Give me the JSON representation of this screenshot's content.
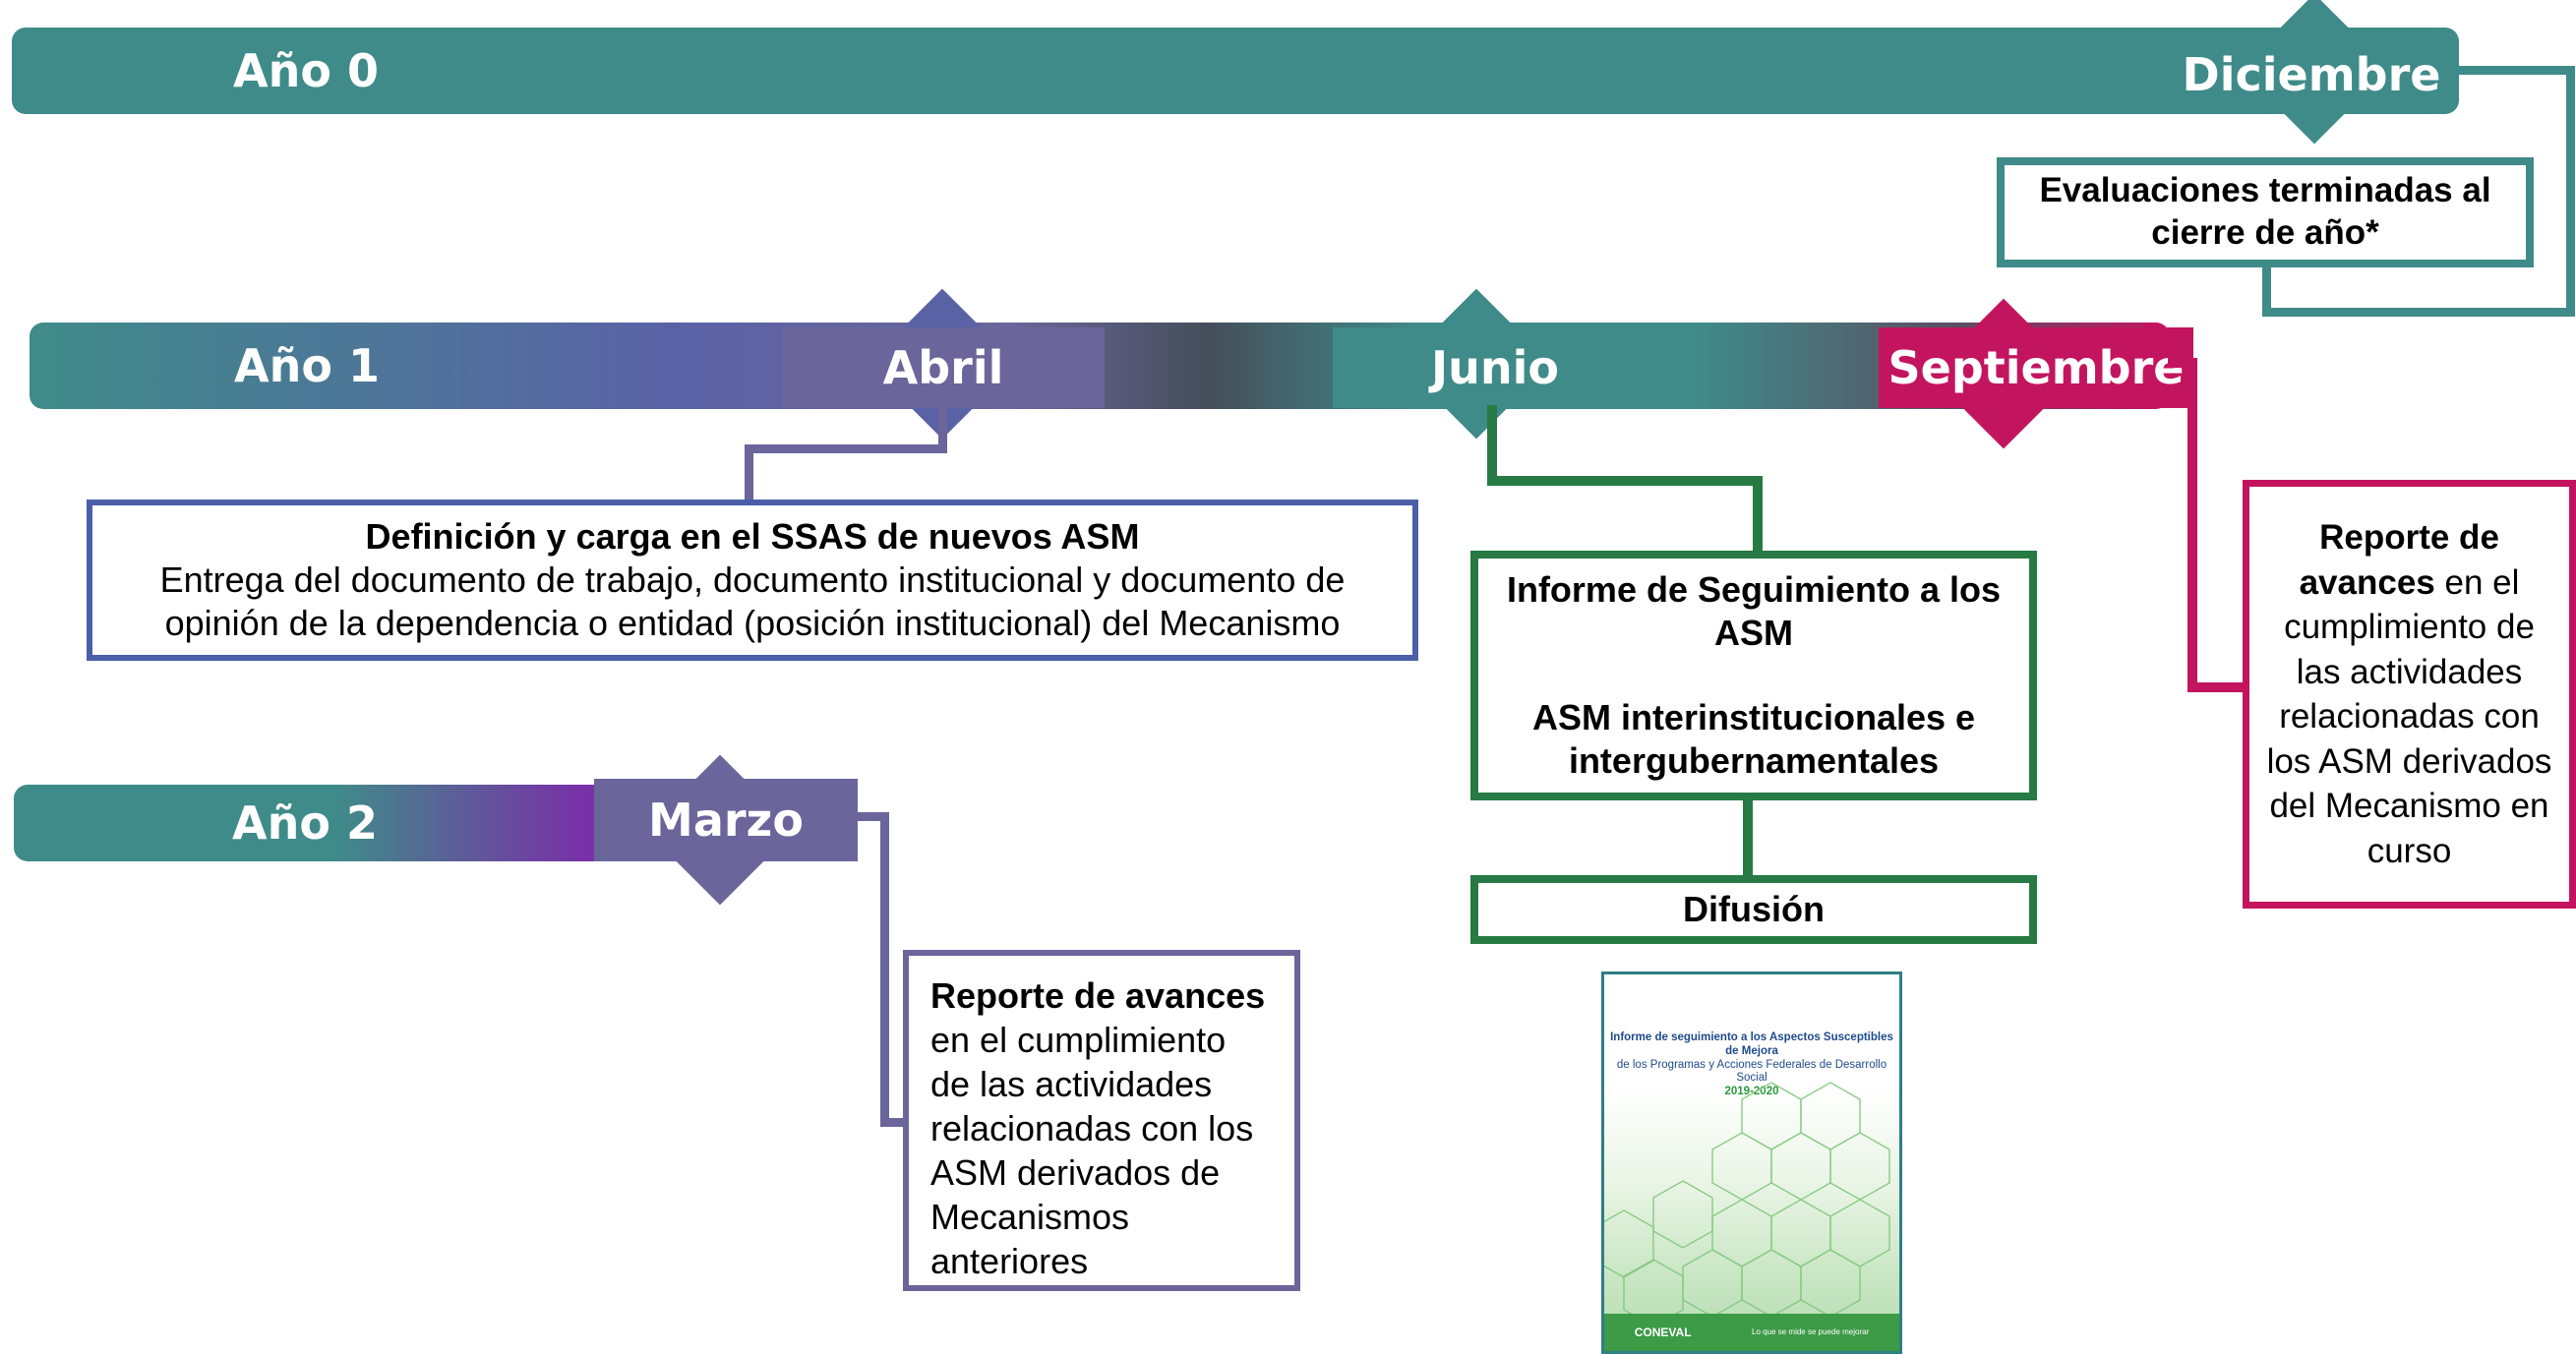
{
  "years": [
    {
      "label": "Año 0",
      "months": [
        "Diciembre"
      ]
    },
    {
      "label": "Año 1",
      "months": [
        "Abril",
        "Junio",
        "Septiembre"
      ]
    },
    {
      "label": "Año 2",
      "months": [
        "Marzo"
      ]
    }
  ],
  "boxes": {
    "evaluaciones": "Evaluaciones terminadas al cierre de año*",
    "definicion": {
      "title": "Definición y carga en el SSAS de nuevos ASM",
      "body": "Entrega del documento de trabajo, documento institucional y documento de opinión de la dependencia o entidad (posición institucional) del Mecanismo"
    },
    "informe": {
      "title": "Informe de Seguimiento a los ASM",
      "sub": "ASM interinstitucionales e intergubernamentales"
    },
    "difusion": "Difusión",
    "reporte_sept": {
      "bold": "Reporte de avances",
      "body": " en el cumplimiento de las actividades relacionadas con los ASM derivados del Mecanismo en curso"
    },
    "reporte_marzo": {
      "bold": "Reporte de avances",
      "body": "en el cumplimiento de las actividades relacionadas con los ASM derivados de Mecanismos anteriores"
    }
  },
  "cover": {
    "title": "Informe de seguimiento a los Aspectos Susceptibles de Mejora",
    "subtitle": "de los Programas y Acciones Federales de Desarrollo Social",
    "year": "2019-2020",
    "logo": "CONEVAL",
    "slogan": "Lo que se mide se puede mejorar"
  },
  "colors": {
    "teal": "#3f8b89",
    "purple": "#6a659a",
    "green": "#277a44",
    "magenta": "#c3155f",
    "blue_border": "#4a5fa8",
    "violet": "#7a2fa8"
  }
}
